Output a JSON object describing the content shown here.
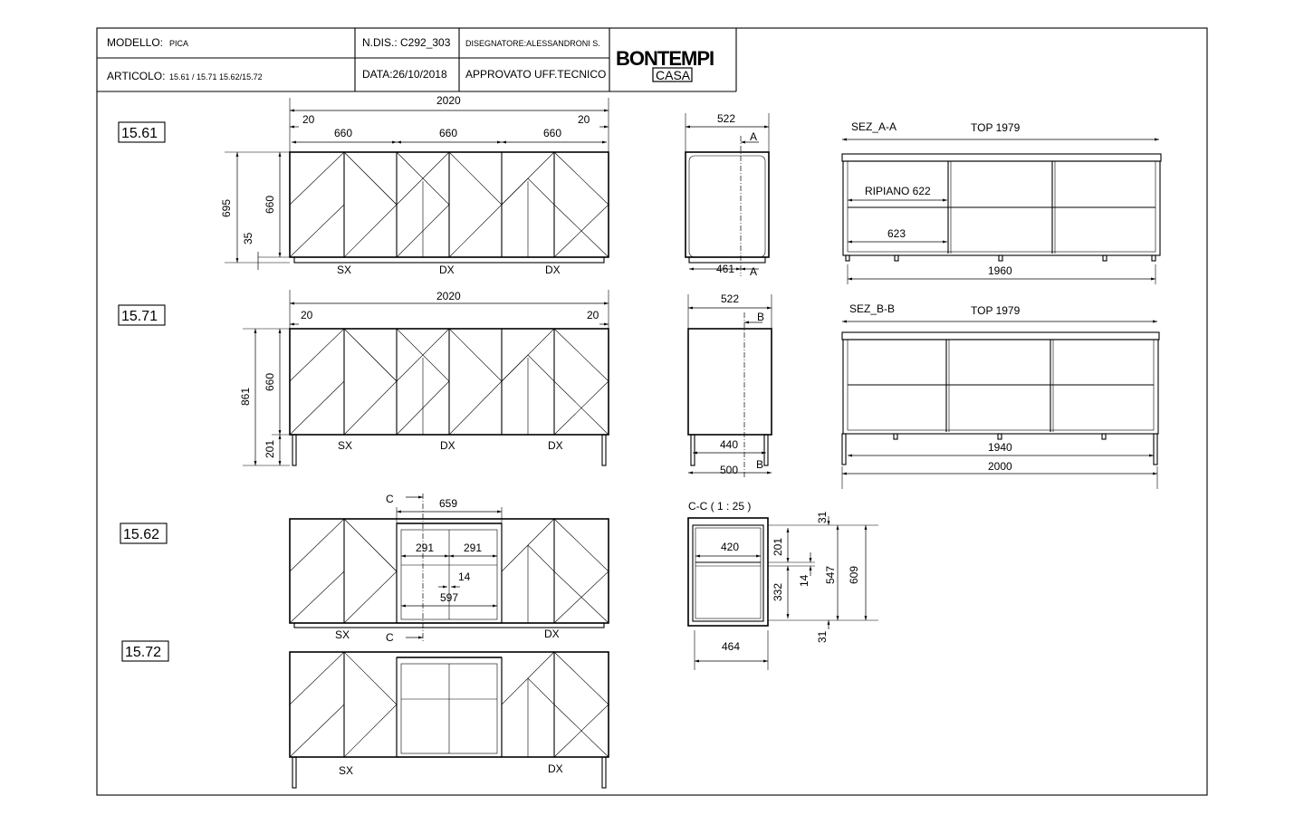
{
  "title_block": {
    "modello_label": "MODELLO:",
    "modello_value": "PICA",
    "ndis": "N.DIS.: C292_303",
    "disegnatore": "DISEGNATORE:ALESSANDRONI S.",
    "articolo_label": "ARTICOLO:",
    "articolo_value": "15.61 / 15.71  15.62/15.72",
    "data": "DATA:26/10/2018",
    "approvato": "APPROVATO UFF.TECNICO",
    "logo_top": "BONTEMPI",
    "logo_bottom": "CASA"
  },
  "models": {
    "m1561": "15.61",
    "m1571": "15.71",
    "m1562": "15.62",
    "m1572": "15.72"
  },
  "view1561": {
    "w_total": "2020",
    "w_left": "20",
    "w_right": "20",
    "w_door1": "660",
    "w_door2": "660",
    "w_door3": "660",
    "h_total": "695",
    "h_body": "660",
    "h_base": "35",
    "sx": "SX",
    "dx1": "DX",
    "dx2": "DX"
  },
  "view1571": {
    "w_total": "2020",
    "w_left": "20",
    "w_right": "20",
    "h_total": "861",
    "h_body": "660",
    "h_legs": "201",
    "sx": "SX",
    "dx1": "DX",
    "dx2": "DX"
  },
  "view1562": {
    "c_top": "C",
    "c_bottom": "C",
    "w_glass": "659",
    "w_half1": "291",
    "w_half2": "291",
    "w_mid": "14",
    "w_inner": "597",
    "sx": "SX",
    "dx": "DX"
  },
  "view1572": {
    "sx": "SX",
    "dx": "DX"
  },
  "side_a": {
    "depth": "522",
    "depth_inner": "461",
    "sec_top": "A",
    "sec_bottom": "A"
  },
  "side_b": {
    "depth": "522",
    "depth_legs": "440",
    "depth_base": "500",
    "sec_top": "B",
    "sec_bottom": "B"
  },
  "section_aa": {
    "title": "SEZ_A-A",
    "top": "TOP 1979",
    "shelf": "RIPIANO 622",
    "inner": "623",
    "bottom": "1960"
  },
  "section_bb": {
    "title": "SEZ_B-B",
    "top": "TOP 1979",
    "inner": "1940",
    "bottom": "2000"
  },
  "section_cc": {
    "title": "C-C ( 1 : 25 )",
    "w_inner": "420",
    "w_outer": "464",
    "h_top_gap": "31",
    "h_upper": "201",
    "h_shelf": "14",
    "h_lower": "332",
    "h_mid": "547",
    "h_total": "609",
    "h_bottom_gap": "31"
  }
}
